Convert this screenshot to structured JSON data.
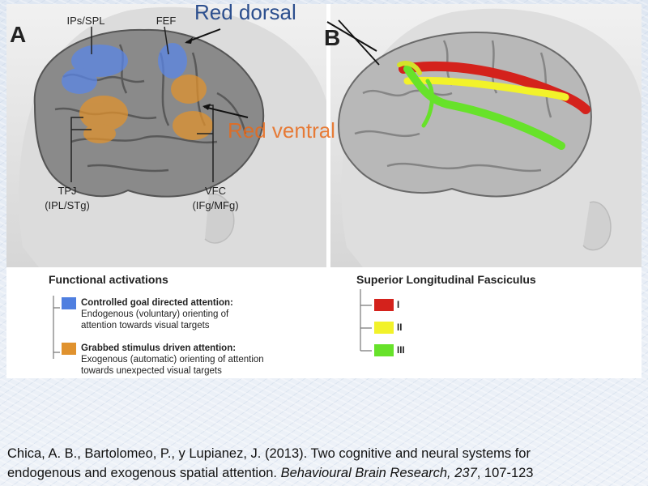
{
  "panel_a": {
    "letter": "A",
    "labels": {
      "ips_spl": "IPs/SPL",
      "fef": "FEF",
      "tpj": "TPJ",
      "tpj_sub": "(IPL/STg)",
      "vfc": "VFC",
      "vfc_sub": "(IFg/MFg)"
    }
  },
  "panel_b": {
    "letter": "B"
  },
  "overlays": {
    "red_dorsal": "Red dorsal",
    "red_ventral": "Red ventral"
  },
  "legend_functional": {
    "title": "Functional activations",
    "items": [
      {
        "title": "Controlled goal directed attention:",
        "desc_line1": "Endogenous (voluntary) orienting of",
        "desc_line2": "attention towards visual targets",
        "color": "#4f7fe0"
      },
      {
        "title": "Grabbed stimulus driven attention:",
        "desc_line1": "Exogenous (automatic) orienting of attention",
        "desc_line2": "towards unexpected visual targets",
        "color": "#e0922e"
      }
    ]
  },
  "legend_slf": {
    "title": "Superior Longitudinal Fasciculus",
    "items": [
      {
        "label": "I",
        "color": "#d4221c"
      },
      {
        "label": "II",
        "color": "#f2f22a"
      },
      {
        "label": "III",
        "color": "#67e22a"
      }
    ]
  },
  "citation": {
    "line1": "Chica, A. B., Bartolomeo, P., y Lupianez, J. (2013). Two cognitive and neural systems for",
    "line2_prefix": "endogenous and exogenous spatial attention. ",
    "journal": "Behavioural Brain Research, 237",
    "pages": ", 107-123"
  }
}
